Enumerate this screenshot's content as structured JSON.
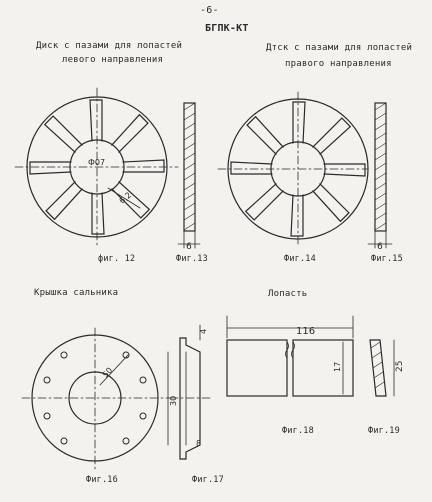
{
  "page_number": "-6-",
  "heading": "БГПК-КТ",
  "left_disc": {
    "title_line1": "Диск с пазами для лопастей",
    "title_line2": "левого направления"
  },
  "right_disc": {
    "title_line1": "Дтск с пазами для лопастей",
    "title_line2": "правого направления"
  },
  "cover_title": "Крышка сальника",
  "blade_title": "Лопасть",
  "figures": {
    "fig12": "фиг. 12",
    "fig13": "Фиг.13",
    "fig14": "Фиг.14",
    "fig15": "Фиг.15",
    "fig16": "Фиг.16",
    "fig17": "Фиг.17",
    "fig18": "Фиг.18",
    "fig19": "Фиг.19"
  },
  "dimensions": {
    "bore_left": "Ф07",
    "slot_left": "6,2",
    "thickness_13": "6",
    "thickness_15": "6",
    "cover_d": "50",
    "flange_h": "4",
    "cover_inner": "30",
    "cover_8": "8",
    "blade_length": "116",
    "blade_width": "17",
    "blade_edge": "25"
  }
}
